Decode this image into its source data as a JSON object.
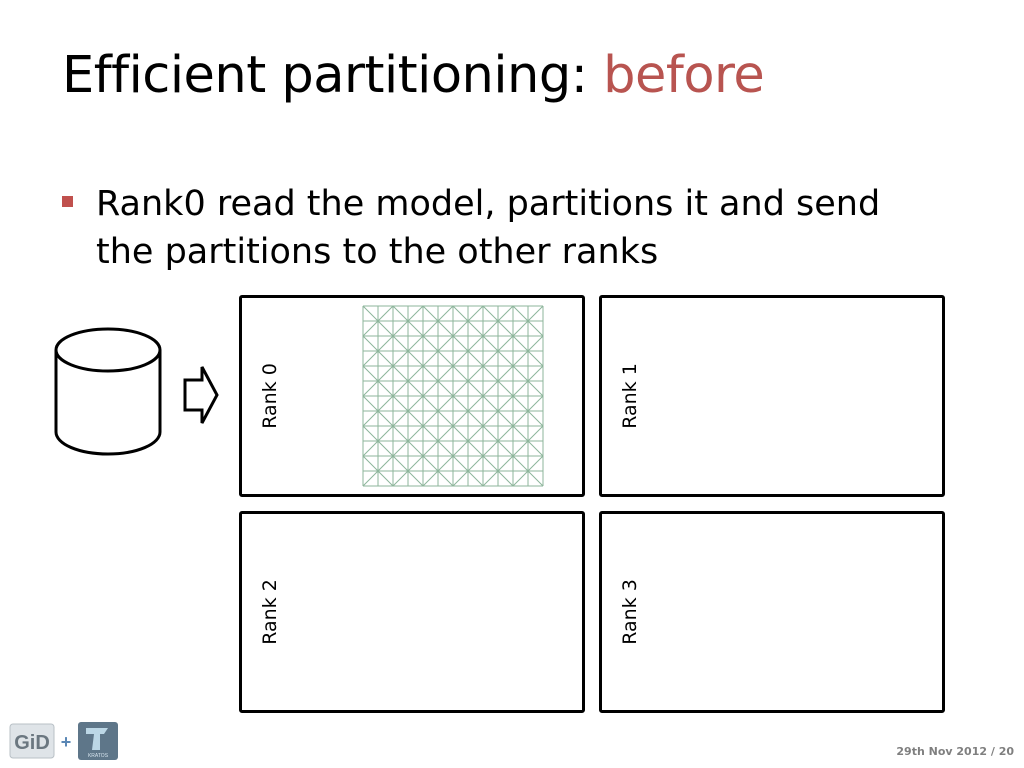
{
  "slide": {
    "title_main": "Efficient partitioning: ",
    "title_accent": "before",
    "bullets": [
      "Rank0 read the model, partitions it and send the partitions to the other ranks"
    ]
  },
  "diagram": {
    "ranks": [
      {
        "label": "Rank 0",
        "has_mesh": true
      },
      {
        "label": "Rank 1",
        "has_mesh": false
      },
      {
        "label": "Rank 2",
        "has_mesh": false
      },
      {
        "label": "Rank 3",
        "has_mesh": false
      }
    ]
  },
  "footer": {
    "logo_left_text": "GiD",
    "logo_plus": "+",
    "logo_right_text": "KRATOS",
    "date_page": "29th Nov 2012 / 20"
  },
  "colors": {
    "accent": "#b85450",
    "bullet": "#c0504d",
    "mesh": "#8db59b",
    "footer_text": "#7f7f7f"
  },
  "icons": [
    "database-cylinder-icon",
    "right-arrow-icon",
    "gid-logo",
    "kratos-logo"
  ]
}
